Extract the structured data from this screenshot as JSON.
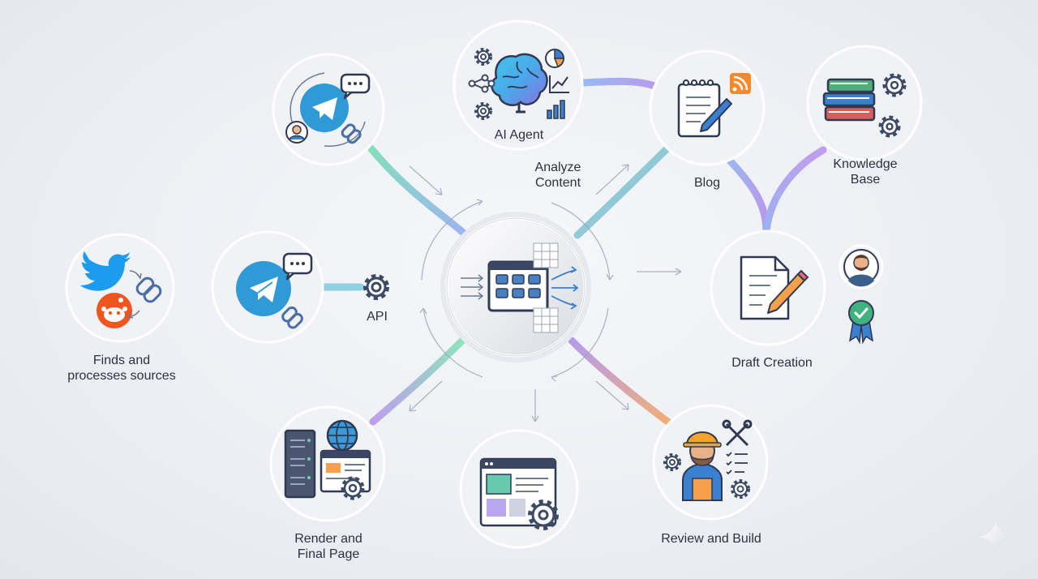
{
  "labels": {
    "sources": "Finds and\nprocesses sources",
    "api": "API",
    "ai_agent": "AI Agent",
    "analyze": "Analyze\nContent",
    "blog": "Blog",
    "knowledge": "Knowledge\nBase",
    "draft": "Draft Creation",
    "render": "Render and\nFinal Page",
    "review": "Review and Build"
  },
  "colors": {
    "telegram": "#2f9ad6",
    "reddit": "#f0551f",
    "twitter": "#1d9bf0",
    "rss": "#f6892b",
    "outline": "#2f3a52",
    "accent_green": "#66d6a5",
    "accent_blue": "#7aa6f0",
    "accent_purple": "#a682e8",
    "accent_orange": "#f2a25c"
  }
}
